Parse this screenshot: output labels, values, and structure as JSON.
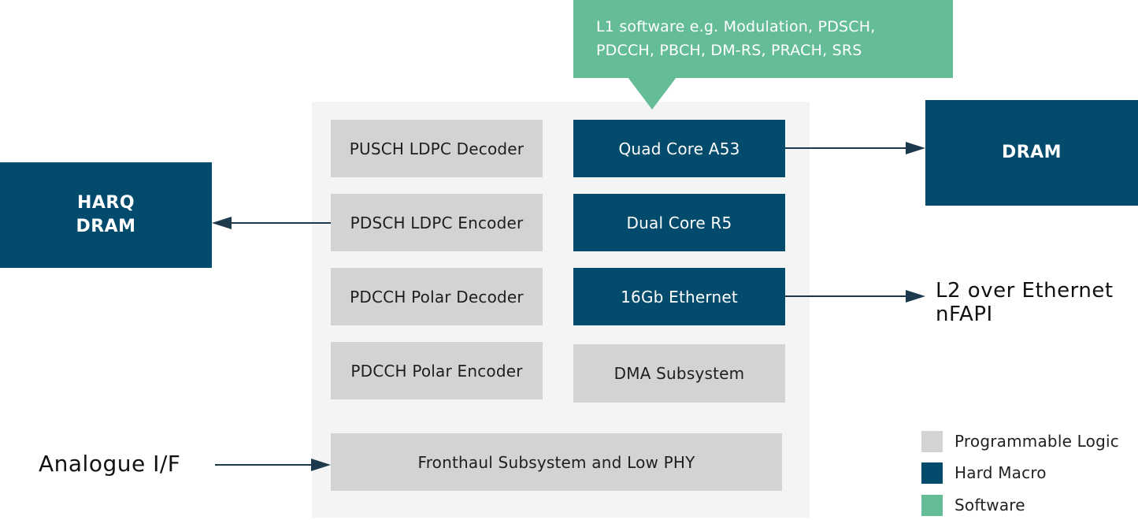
{
  "callout": {
    "line1": "L1 software e.g. Modulation, PDSCH,",
    "line2": "PDCCH, PBCH, DM-RS, PRACH, SRS"
  },
  "blocks": {
    "pusch_ldpc_decoder": "PUSCH LDPC Decoder",
    "pdsch_ldpc_encoder": "PDSCH LDPC Encoder",
    "pdcch_polar_decoder": "PDCCH Polar Decoder",
    "pdcch_polar_encoder": "PDCCH Polar Encoder",
    "quad_core_a53": "Quad Core A53",
    "dual_core_r5": "Dual Core R5",
    "ethernet_16gb": "16Gb Ethernet",
    "dma_subsystem": "DMA Subsystem",
    "fronthaul": "Fronthaul Subsystem and Low PHY"
  },
  "external": {
    "harq_line1": "HARQ",
    "harq_line2": "DRAM",
    "dram": "DRAM",
    "l2_line1": "L2 over Ethernet",
    "l2_line2": "nFAPI",
    "analogue": "Analogue I/F"
  },
  "legend": {
    "programmable_logic": "Programmable Logic",
    "hard_macro": "Hard Macro",
    "software": "Software"
  },
  "colors": {
    "hard_macro": "#024b6c",
    "programmable_logic": "#d3d3d3",
    "software": "#65bd97",
    "chip_background": "#f3f4f4",
    "arrow": "#1d3a4c"
  }
}
